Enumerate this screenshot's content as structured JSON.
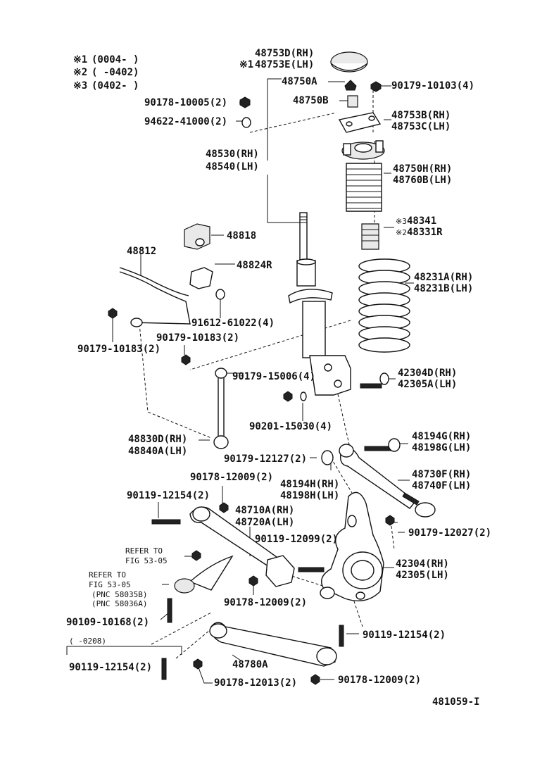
{
  "legend": [
    {
      "mark": "※1",
      "text": "(0004-    )"
    },
    {
      "mark": "※2",
      "text": "(    -0402)"
    },
    {
      "mark": "※3",
      "text": "(0402-    )"
    }
  ],
  "labels": {
    "p48753d": "48753D(RH)",
    "p48753e": "48753E(LH)",
    "p48750a": "48750A",
    "p90179_10103": "90179-10103(4)",
    "p90178_10005": "90178-10005(2)",
    "p48750b": "48750B",
    "p94622": "94622-41000(2)",
    "p48753b": "48753B(RH)",
    "p48753c": "48753C(LH)",
    "p48530": "48530(RH)",
    "p48540": "48540(LH)",
    "p48750h": "48750H(RH)",
    "p48760b": "48760B(LH)",
    "p48341": "48341",
    "p48331r": "48331R",
    "p48818": "48818",
    "p48812": "48812",
    "p48824r": "48824R",
    "p48231a": "48231A(RH)",
    "p48231b": "48231B(LH)",
    "p91612": "91612-61022(4)",
    "p90179_10183a": "90179-10183(2)",
    "p90179_10183b": "90179-10183(2)",
    "p90179_15006": "90179-15006(4)",
    "p42304d": "42304D(RH)",
    "p42305a": "42305A(LH)",
    "p90201": "90201-15030(4)",
    "p48830d": "48830D(RH)",
    "p48840a": "48840A(LH)",
    "p48194g": "48194G(RH)",
    "p48198g": "48198G(LH)",
    "p90179_12127": "90179-12127(2)",
    "p90178_12009a": "90178-12009(2)",
    "p48194h": "48194H(RH)",
    "p48198h": "48198H(LH)",
    "p48730f": "48730F(RH)",
    "p48740f": "48740F(LH)",
    "p90119_12154a": "90119-12154(2)",
    "p48710a": "48710A(RH)",
    "p48720a": "48720A(LH)",
    "p90179_12027": "90179-12027(2)",
    "p90119_12099": "90119-12099(2)",
    "refer1a": "REFER TO",
    "refer1b": "FIG 53-05",
    "refer2a": "REFER TO",
    "refer2b": "FIG 53-05",
    "pnc1": "(PNC 58035B)",
    "pnc2": "(PNC 58036A)",
    "p42304": "42304(RH)",
    "p42305": "42305(LH)",
    "p90178_12009b": "90178-12009(2)",
    "p90109": "90109-10168(2)",
    "p90119_12154b": "90119-12154(2)",
    "range0208": "(    -0208)",
    "p90119_12154c": "90119-12154(2)",
    "p48780a": "48780A",
    "p90178_12013": "90178-12013(2)",
    "p90178_12009c": "90178-12009(2)",
    "figure_id": "481059-I"
  },
  "marks": {
    "m48753e": "※1",
    "m48341": "※3",
    "m48331r": "※2"
  }
}
